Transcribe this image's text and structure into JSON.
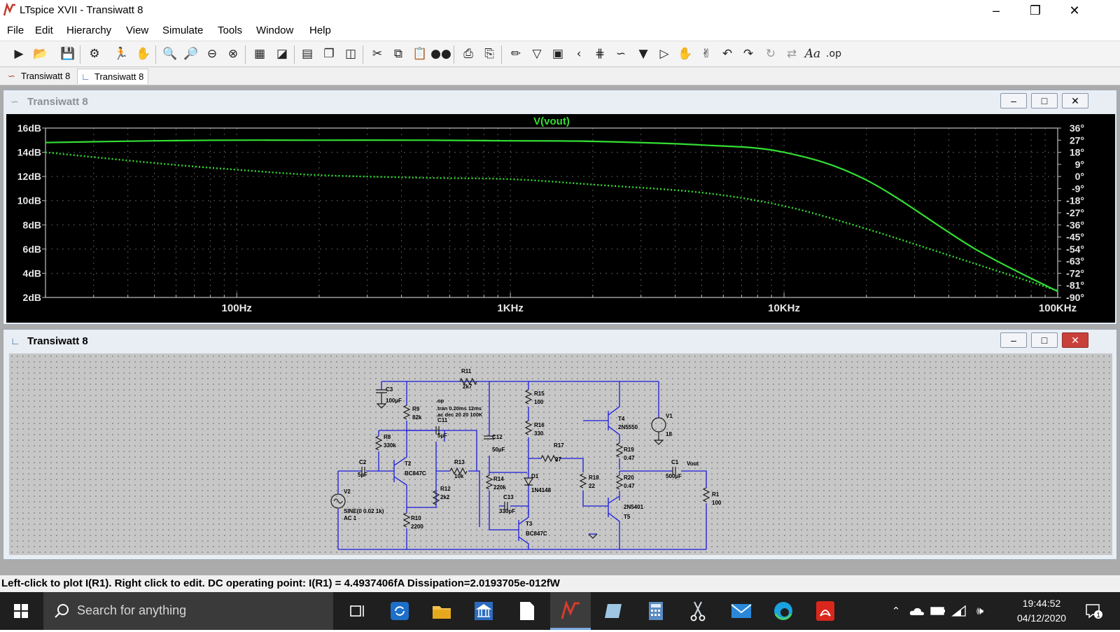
{
  "app": {
    "title": "LTspice XVII - Transiwatt 8",
    "window_controls": [
      "minimize-icon",
      "restore-icon",
      "close-icon"
    ]
  },
  "menu": [
    "File",
    "Edit",
    "Hierarchy",
    "View",
    "Simulate",
    "Tools",
    "Window",
    "Help"
  ],
  "toolbar": {
    "icons": [
      "new-schematic-icon",
      "open-icon",
      "save-icon",
      "control-panel-icon",
      "run-icon",
      "halt-icon",
      "zoom-in-icon",
      "zoom-area-icon",
      "zoom-out-icon",
      "zoom-fit-icon",
      "autorange-icon",
      "delete-trace-icon",
      "tile-horizontal-icon",
      "cascade-icon",
      "tile-vertical-icon",
      "cut-icon",
      "copy-icon",
      "paste-icon",
      "find-icon",
      "print-icon",
      "print-setup-icon",
      "draw-wire-icon",
      "ground-icon",
      "label-net-icon",
      "resistor-icon",
      "capacitor-icon",
      "inductor-icon",
      "diode-icon",
      "component-icon",
      "move-icon",
      "drag-icon",
      "undo-icon",
      "redo-icon",
      "rotate-icon",
      "mirror-icon",
      "text-icon",
      "spice-directive-icon"
    ],
    "text_glyph": "Aa",
    "directive_glyph": ".op"
  },
  "tabs": [
    {
      "label": "Transiwatt 8",
      "icon": "waveform-icon",
      "active": false
    },
    {
      "label": "Transiwatt 8",
      "icon": "schematic-icon",
      "active": true
    }
  ],
  "plot_window": {
    "title": "Transiwatt 8",
    "trace_label": "V(vout)",
    "trace_color": "#33dd33",
    "background": "#000000"
  },
  "schematic_window": {
    "title": "Transiwatt 8"
  },
  "chart_data": {
    "type": "line",
    "title": "V(vout)",
    "x_scale": "log",
    "x": [
      20,
      50,
      100,
      200,
      500,
      1000,
      2000,
      5000,
      10000,
      20000,
      50000,
      100000
    ],
    "xlim": [
      20,
      100000
    ],
    "x_tick_labels": [
      "100Hz",
      "1KHz",
      "10KHz",
      "100KHz"
    ],
    "ylim_left": [
      2,
      16
    ],
    "ylim_right": [
      -90,
      36
    ],
    "y_left_tick_labels": [
      "16dB",
      "14dB",
      "12dB",
      "10dB",
      "8dB",
      "6dB",
      "4dB",
      "2dB"
    ],
    "y_right_tick_labels": [
      "36°",
      "27°",
      "18°",
      "9°",
      "0°",
      "-9°",
      "-18°",
      "-27°",
      "-36°",
      "-45°",
      "-54°",
      "-63°",
      "-72°",
      "-81°",
      "-90°"
    ],
    "grid": true,
    "series": [
      {
        "axis": "left",
        "style": "solid",
        "values": [
          14.8,
          14.95,
          15.0,
          15.0,
          15.0,
          14.95,
          14.9,
          14.6,
          14.0,
          11.7,
          6.0,
          2.5
        ]
      },
      {
        "axis": "right",
        "style": "dotted",
        "values": [
          18,
          10,
          5,
          1,
          -1,
          -2,
          -6,
          -12,
          -22,
          -39,
          -65,
          -85
        ]
      }
    ]
  },
  "schematic": {
    "components": {
      "R11": {
        "name": "R11",
        "value": "2k7"
      },
      "C3": {
        "name": "C3",
        "value": "100µF"
      },
      "R9": {
        "name": "R9",
        "value": "82k"
      },
      "R15": {
        "name": "R15",
        "value": "100"
      },
      "R16": {
        "name": "R16",
        "value": "330"
      },
      "R8": {
        "name": "R8",
        "value": "330k"
      },
      "C11": {
        "name": "C11",
        "value": "5µF"
      },
      "C12": {
        "name": "C12",
        "value": "50µF"
      },
      "T4": {
        "name": "T4",
        "value": "2N5550"
      },
      "V1": {
        "name": "V1",
        "value": "18"
      },
      "R17": {
        "name": "R17",
        "value": "27"
      },
      "R19": {
        "name": "R19",
        "value": "0.47"
      },
      "C2": {
        "name": "C2",
        "value": "5µF"
      },
      "T2": {
        "name": "T2",
        "value": "BC847C"
      },
      "R13": {
        "name": "R13",
        "value": "10k"
      },
      "C1": {
        "name": "C1",
        "value": "500µF"
      },
      "R14": {
        "name": "R14",
        "value": "220k"
      },
      "D1": {
        "name": "D1",
        "value": "1N4148"
      },
      "R18": {
        "name": "R18",
        "value": "22"
      },
      "R20": {
        "name": "R20",
        "value": "0.47"
      },
      "R12": {
        "name": "R12",
        "value": "2k2"
      },
      "V2": {
        "name": "V2",
        "value": "SINE(0 0.02 1k)",
        "value2": "AC 1"
      },
      "R1": {
        "name": "R1",
        "value": "100"
      },
      "C13": {
        "name": "C13",
        "value": "330pF"
      },
      "T5": {
        "name": "T5",
        "value": "2N5401"
      },
      "R10": {
        "name": "R10",
        "value": "2200"
      },
      "T3": {
        "name": "T3",
        "value": "BC847C"
      }
    },
    "net_label": "Vout",
    "directives": [
      ".op",
      ".tran 0.20ms 12ms",
      ".ac dec 20 20 100K"
    ]
  },
  "status": "Left-click to plot I(R1).  Right click to edit.  DC operating point: I(R1) = 4.4937406fA   Dissipation=2.0193705e-012fW",
  "taskbar": {
    "search_placeholder": "Search for anything",
    "apps": [
      "task-view-icon",
      "sync-icon",
      "file-explorer-icon",
      "bank-icon",
      "blank-document-icon",
      "ltspice-icon",
      "notes-icon",
      "calculator-icon",
      "snipping-tool-icon",
      "mail-icon",
      "edge-icon",
      "acrobat-icon"
    ],
    "tray": [
      "chevron-up-icon",
      "onedrive-icon",
      "battery-icon",
      "wifi-icon",
      "volume-icon"
    ],
    "time": "19:44:52",
    "date": "04/12/2020",
    "notification_count": "1"
  }
}
